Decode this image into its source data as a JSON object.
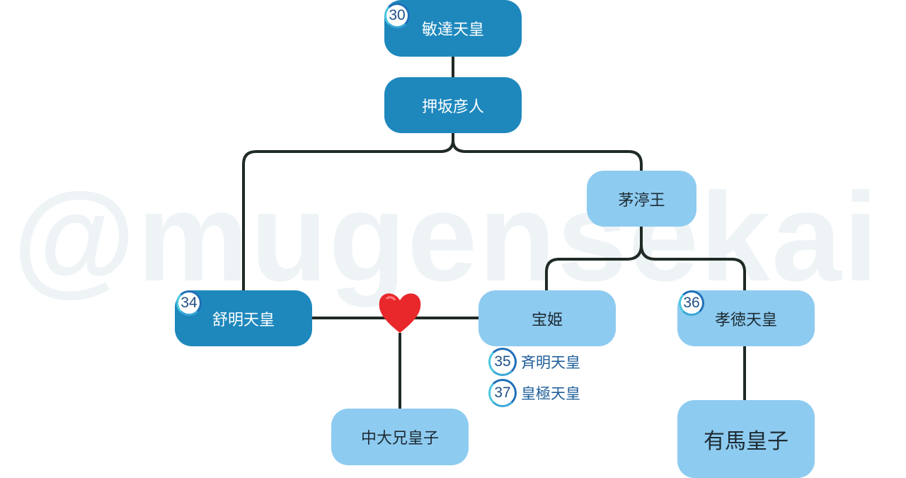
{
  "watermark": "@mugensekai",
  "nodes": {
    "bidatsu": {
      "label": "敏達天皇",
      "number": "30"
    },
    "oshisaka": {
      "label": "押坂彦人"
    },
    "chinu": {
      "label": "茅渟王"
    },
    "jomei": {
      "label": "舒明天皇",
      "number": "34"
    },
    "takara": {
      "label": "宝姫"
    },
    "kotoku": {
      "label": "孝徳天皇",
      "number": "36"
    },
    "nakano": {
      "label": "中大兄皇子"
    },
    "arima": {
      "label": "有馬皇子"
    }
  },
  "takara_titles": [
    {
      "number": "35",
      "label": "斉明天皇"
    },
    {
      "number": "37",
      "label": "皇極天皇"
    }
  ],
  "colors": {
    "dark_node": "#1e88bd",
    "light_node": "#8ecbf0",
    "line": "#1f2a24",
    "heart": "#e8282b"
  }
}
